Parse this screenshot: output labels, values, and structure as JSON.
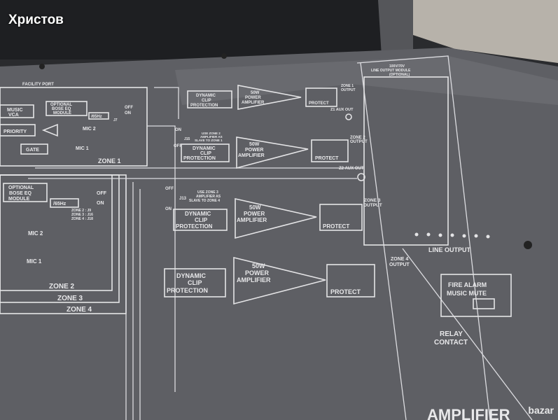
{
  "watermark": "Христов",
  "site_logo": "bazar",
  "panel": {
    "facility_port": "FACILITY PORT",
    "music_vca": [
      "MUSIC",
      "VCA"
    ],
    "eq_module": [
      "OPTIONAL",
      "BOSE EQ",
      "MODULE"
    ],
    "filter": "/65Hz",
    "off": "OFF",
    "on": "ON",
    "j7": "J7",
    "priority": "PRIORITY",
    "mic2": "MIC 2",
    "mic1": "MIC 1",
    "gate": "GATE",
    "zone1": "ZONE 1",
    "zone2": "ZONE 2",
    "zone3": "ZONE 3",
    "zone4": "ZONE 4",
    "jumpers": [
      "ZONE 2 : J9",
      "ZONE 3 : J16",
      "ZONE 4 : J18"
    ],
    "dcp": [
      "DYNAMIC",
      "CLIP",
      "PROTECTION"
    ],
    "amp": [
      "50W",
      "POWER",
      "AMPLIFIER"
    ],
    "protect": "PROTECT",
    "zone1_output": [
      "ZONE 1",
      "OUTPUT"
    ],
    "zone2_output": [
      "ZONE 2",
      "OUTPUT"
    ],
    "zone3_output": [
      "ZONE 3",
      "OUTPUT"
    ],
    "zone4_output": [
      "ZONE 4",
      "OUTPUT"
    ],
    "z1_aux": "Z1 AUX OUT",
    "z2_aux": "Z2 AUX OUT",
    "j15": "J15",
    "j13": "J13",
    "slave2": [
      "USE ZONE 2",
      "AMPLIFIER AS",
      "SLAVE TO ZONE 1"
    ],
    "slave3": [
      "USE ZONE 3",
      "AMPLIFIER AS",
      "SLAVE TO ZONE 4"
    ],
    "line_module": [
      "100V/70V",
      "LINE OUTPUT MODULE",
      "(OPTIONAL)"
    ],
    "line_output": "LINE OUTPUT",
    "fire_alarm": [
      "FIRE ALARM",
      "MUSIC MUTE"
    ],
    "relay": [
      "RELAY",
      "CONTACT"
    ],
    "bottom_title": "AMPLIFIER"
  },
  "colors": {
    "panel": "#5e5f64",
    "print": "#e4e4e6",
    "case": "#1f2022",
    "floor": "#b9b4ad"
  }
}
